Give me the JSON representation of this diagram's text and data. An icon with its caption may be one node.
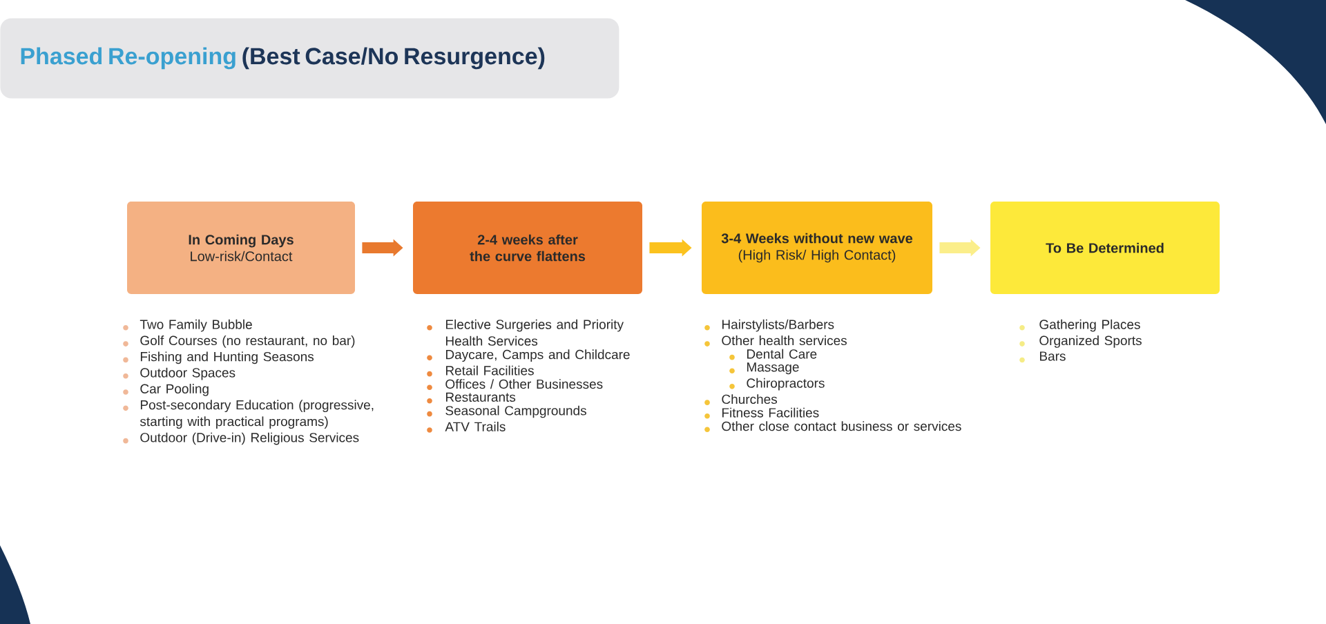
{
  "diagram": {
    "nodes": [
      {
        "text": [
          "Phased Re-opening",
          "(Best Case/No Resurgence)"
        ]
      },
      {
        "text": [
          "In Coming Days",
          "Low-risk/Contact"
        ]
      },
      {
        "text": [
          "2-4 weeks after the curve flattens"
        ]
      },
      {
        "text": [
          "3-4 Weeks without new wave",
          "(High Risk/ High Contact)"
        ]
      },
      {
        "text": [
          "To Be Determined"
        ]
      }
    ],
    "edges": [
      {
        "from": 1,
        "to": 2,
        "arrow": "to",
        "color": "#e8792e"
      },
      {
        "from": 2,
        "to": 3,
        "arrow": "to",
        "color": "#fbc21e"
      },
      {
        "from": 3,
        "to": 4,
        "arrow": "to",
        "color": "#fbee8a"
      }
    ],
    "labels": [
      "Two Family Bubble",
      "Golf Courses (no restaurant, no bar)",
      "Fishing and Hunting Seasons",
      "Outdoor Spaces",
      "Car Pooling",
      "Post-secondary Education (progressive, starting with practical programs)",
      "Outdoor (Drive-in) Religious Services",
      "Elective Surgeries and Priority Health Services",
      "Daycare, Camps and Childcare",
      "Retail Facilities",
      "Offices / Other Businesses",
      "Restaurants",
      "Seasonal Campgrounds",
      "ATV Trails",
      "Hairstylists/Barbers",
      "Other health services",
      "Dental Care",
      "Massage",
      "Chiropractors",
      "Churches",
      "Fitness Facilities",
      "Other close contact business or services",
      "Gathering Places",
      "Organized Sports",
      "Bars"
    ]
  }
}
